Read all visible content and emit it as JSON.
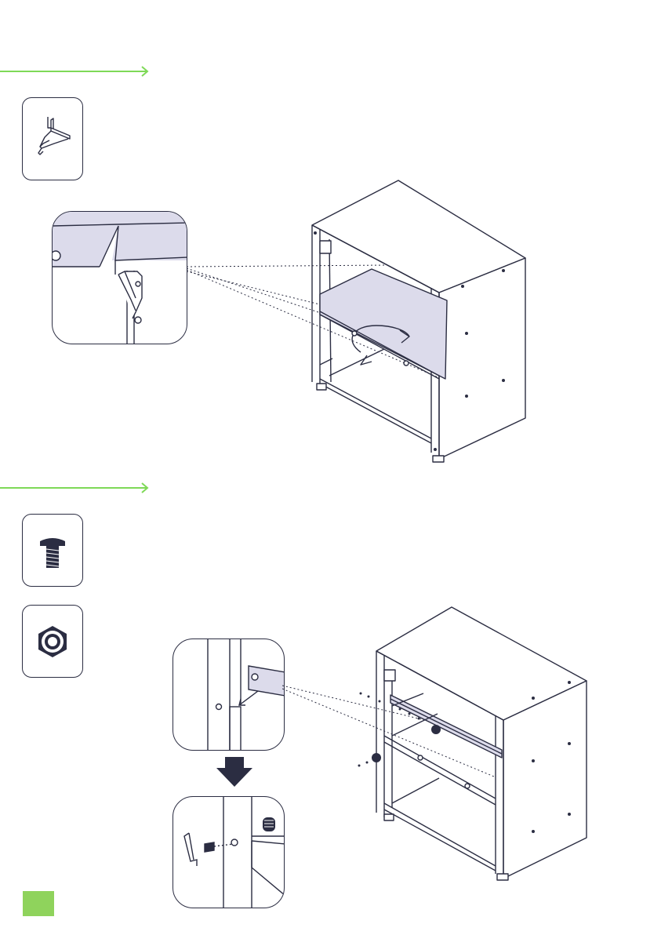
{
  "page": {
    "badge_color": "#8fd35c",
    "accent_color": "#7ed957",
    "line_color": "#2b2d42",
    "shade_color": "#dcdbeb"
  },
  "steps": [
    {
      "parts": [
        {
          "icon": "shelf-clip-icon"
        }
      ],
      "detail_icon": "clip-installation-detail",
      "assembly_icon": "cabinet-shelf-insert"
    },
    {
      "parts": [
        {
          "icon": "bolt-icon"
        },
        {
          "icon": "hex-nut-icon"
        }
      ],
      "detail_icons": [
        "rail-slot-detail",
        "allen-key-bolt-detail"
      ],
      "direction_icon": "down-arrow-icon",
      "assembly_icon": "cabinet-rail-attach"
    }
  ]
}
